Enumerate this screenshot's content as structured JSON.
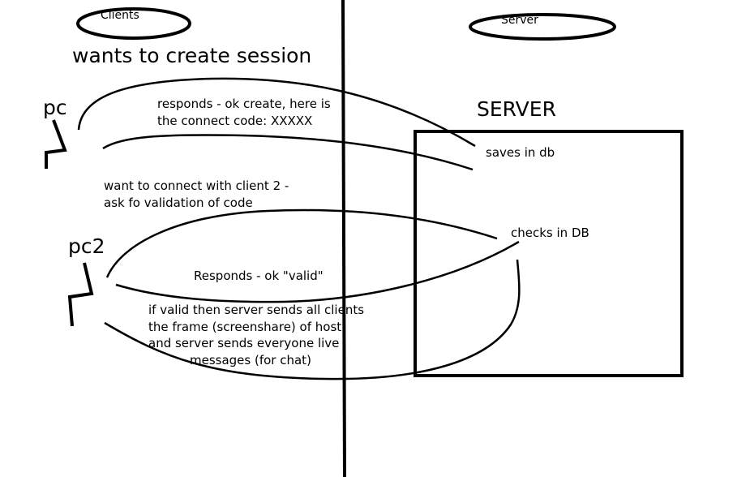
{
  "labels": {
    "clients": "Clients",
    "server_small": "Server",
    "wants_session": "wants to create session",
    "pc": "pc",
    "pc2": "pc2",
    "server_big": "SERVER",
    "responds_line1": "responds - ok create, here is",
    "responds_line2": "the connect code: XXXXX",
    "saves": "saves  in db",
    "want_connect_line1": "want to connect with client 2 -",
    "want_connect_line2": "ask fo validation of code",
    "checks": "checks in DB",
    "responds_valid": "Responds - ok \"valid\"",
    "if_valid_line1": "if valid then server sends all clients",
    "if_valid_line2": "the frame (screenshare) of host.",
    "if_valid_line3": "and server sends everyone live",
    "if_valid_line4": "messages (for chat)"
  },
  "colors": {
    "ink": "#000000",
    "background": "#ffffff"
  }
}
